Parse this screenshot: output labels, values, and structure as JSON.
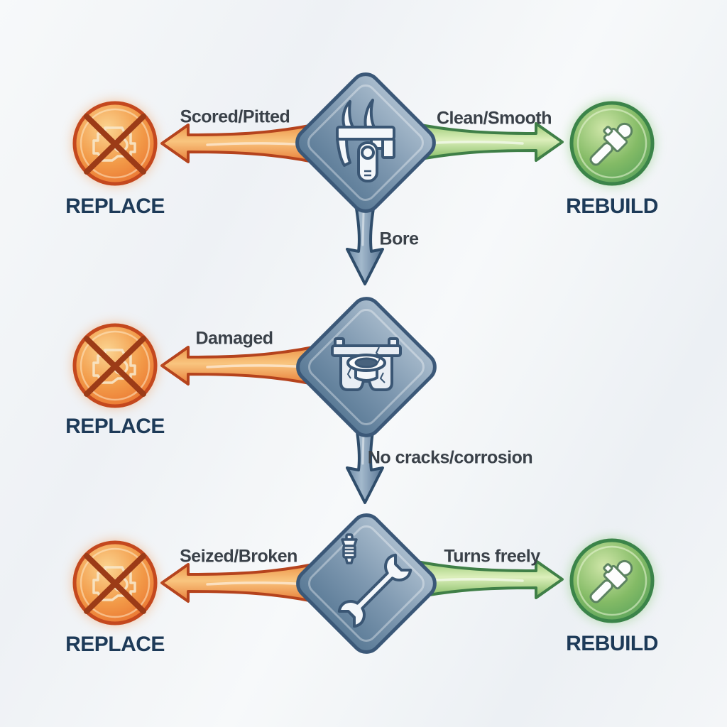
{
  "diagram": {
    "type": "decision-flowchart",
    "rows": [
      {
        "decision_icon": "caliper-icon",
        "left": {
          "condition": "Scored/Pitted",
          "outcome": "REPLACE"
        },
        "right": {
          "condition": "Clean/Smooth",
          "outcome": "REBUILD"
        },
        "connector": "Bore"
      },
      {
        "decision_icon": "engine-block-icon",
        "left": {
          "condition": "Damaged",
          "outcome": "REPLACE"
        },
        "connector": "No cracks/corrosion"
      },
      {
        "decision_icon": "spark-plug-wrench-icon",
        "left": {
          "condition": "Seized/Broken",
          "outcome": "REPLACE"
        },
        "right": {
          "condition": "Turns freely",
          "outcome": "REBUILD"
        }
      }
    ],
    "colors": {
      "replace_accent": "#e06a2e",
      "rebuild_accent": "#5fa95f",
      "decision_node": "#7590ab",
      "condition_text": "#3a4149",
      "outcome_text": "#1d3a58"
    }
  }
}
